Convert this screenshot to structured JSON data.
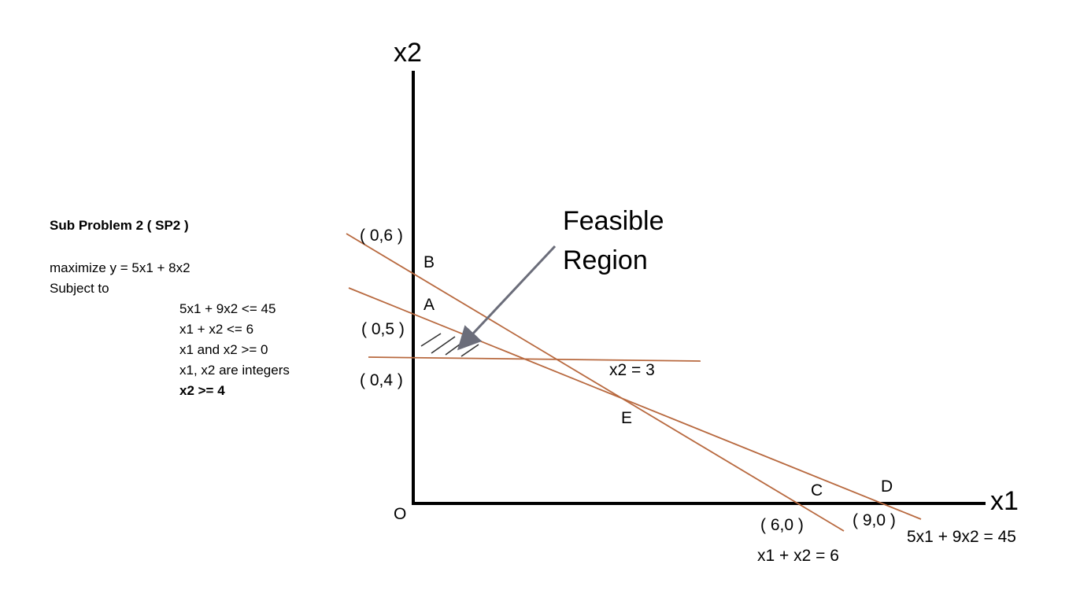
{
  "problem": {
    "title": "Sub Problem 2 ( SP2 )",
    "objective": "maximize y = 5x1 + 8x2",
    "subject_to": "Subject to",
    "constraints": [
      "5x1 + 9x2 <= 45",
      "x1 + x2 <= 6",
      "x1 and x2 >= 0",
      "x1, x2 are integers",
      "x2 >= 4"
    ]
  },
  "axes": {
    "y_label": "x2",
    "x_label": "x1",
    "origin_label": "O"
  },
  "intercepts": {
    "y_06": "( 0,6 )",
    "y_05": "( 0,5 )",
    "y_04": "( 0,4 )",
    "x_60": "( 6,0 )",
    "x_90": "( 9,0 )"
  },
  "points": {
    "A": "A",
    "B": "B",
    "C": "C",
    "D": "D",
    "E": "E"
  },
  "lines": {
    "line1": "5x1 + 9x2 = 45",
    "line2": "x1 + x2 = 6",
    "line3": "x2 = 3"
  },
  "annotation": {
    "line1": "Feasible",
    "line2": "Region"
  },
  "colors": {
    "constraint_line": "#b8693f",
    "axis": "#000000",
    "arrow": "#6b6d7a",
    "hatch": "#333333"
  }
}
